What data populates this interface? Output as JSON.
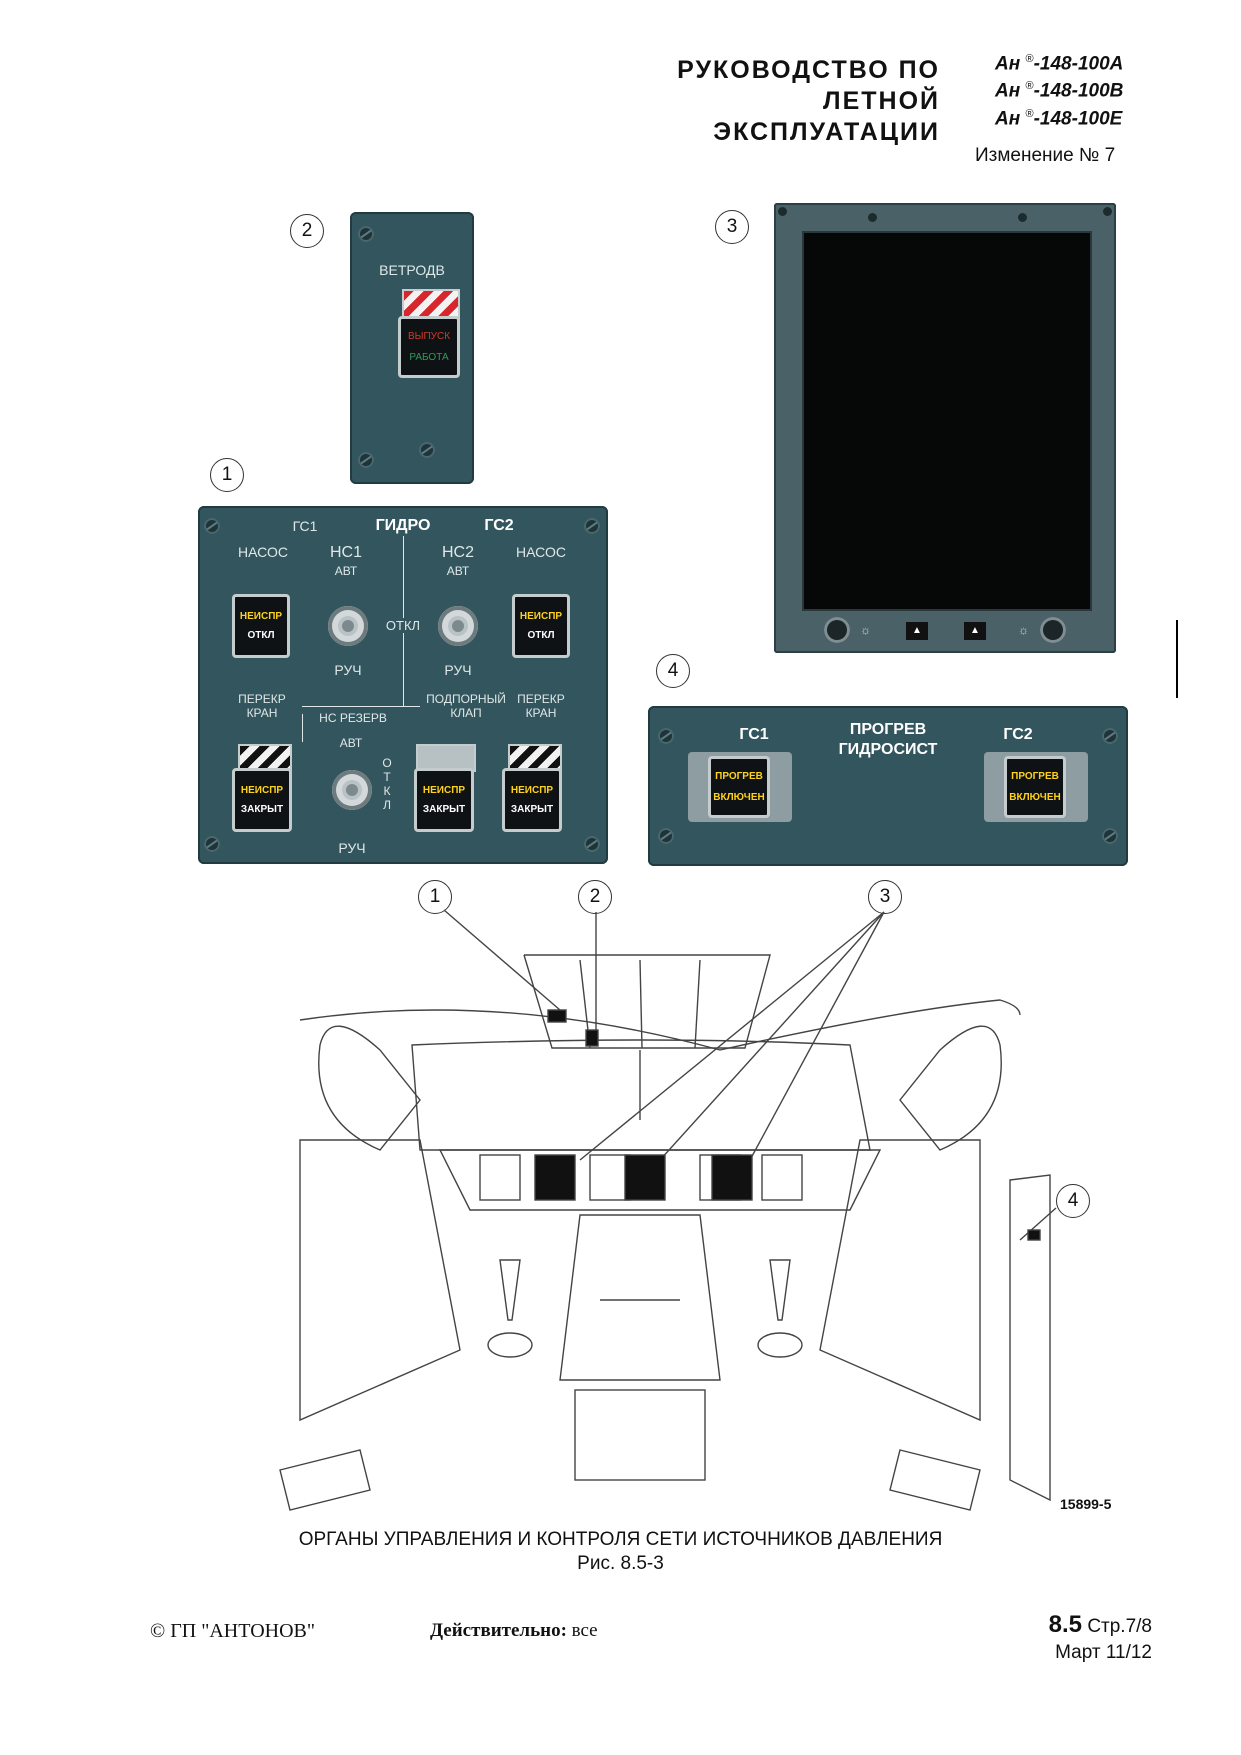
{
  "header": {
    "title_line1": "РУКОВОДСТВО ПО ЛЕТНОЙ",
    "title_line2": "ЭКСПЛУАТАЦИИ",
    "models": [
      {
        "prefix": "Ан",
        "mark": "®",
        "suffix": "-148-100А"
      },
      {
        "prefix": "Ан",
        "mark": "®",
        "suffix": "-148-100В"
      },
      {
        "prefix": "Ан",
        "mark": "®",
        "suffix": "-148-100Е"
      }
    ],
    "change": "Изменение № 7"
  },
  "callouts": {
    "c1": "1",
    "c2": "2",
    "c3": "3",
    "c4": "4"
  },
  "panel_rat": {
    "title": "ВЕТРОДВ",
    "lamp_top": "ВЫПУСК",
    "lamp_bottom": "РАБОТА"
  },
  "panel_hydro": {
    "gs1": "ГС1",
    "title": "ГИДРО",
    "gs2": "ГС2",
    "pump_left": "НАСОС",
    "pump_right": "НАСОС",
    "ns1": "НС1",
    "ns2": "НС2",
    "avt_left": "АВТ",
    "avt_right": "АВТ",
    "otkl_mid": "ОТКЛ",
    "ruch_left": "РУЧ",
    "ruch_right": "РУЧ",
    "btn_fail": "НЕИСПР",
    "btn_off": "ОТКЛ",
    "perekr_line1": "ПЕРЕКР",
    "perekr_line2": "КРАН",
    "ns_reserve": "НС РЕЗЕРВ",
    "avt_reserve": "АВТ",
    "otkl_vertical": "ОТКЛ",
    "ruch_reserve": "РУЧ",
    "podp_line1": "ПОДПОРНЫЙ",
    "podp_line2": "КЛАП",
    "btn_closed": "ЗАКРЫТ"
  },
  "panel_warmup": {
    "gs1": "ГС1",
    "title_line1": "ПРОГРЕВ",
    "title_line2": "ГИДРОСИСТ",
    "gs2": "ГС2",
    "lamp_top": "ПРОГРЕВ",
    "lamp_bottom": "ВКЛЮЧЕН"
  },
  "figure": {
    "drawing_number": "15899-5",
    "caption": "ОРГАНЫ УПРАВЛЕНИЯ  И КОНТРОЛЯ СЕТИ ИСТОЧНИКОВ ДАВЛЕНИЯ",
    "figure_number": "Рис. 8.5-3"
  },
  "footer": {
    "copyright": "© ГП \"АНТОНОВ\"",
    "valid_label": "Действительно:",
    "valid_value": "все",
    "section": "8.5",
    "page": "Стр.7/8",
    "date": "Март 11/12"
  }
}
